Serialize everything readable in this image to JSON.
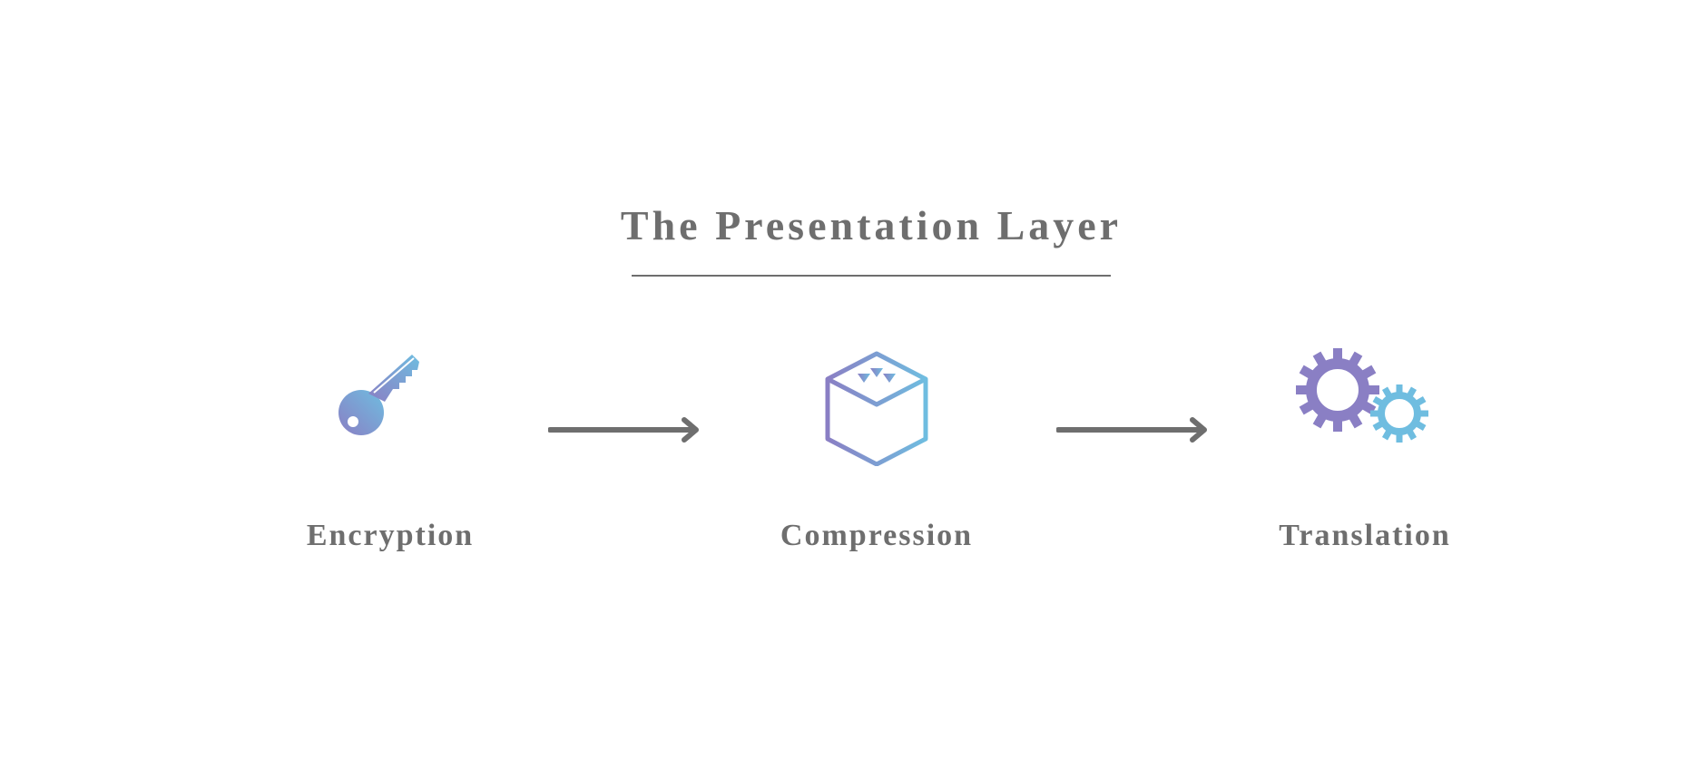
{
  "diagram": {
    "title": "The Presentation Layer",
    "steps": [
      {
        "label": "Encryption",
        "icon": "key-icon"
      },
      {
        "label": "Compression",
        "icon": "compression-box-icon"
      },
      {
        "label": "Translation",
        "icon": "gears-icon"
      }
    ],
    "connectors": [
      "right-arrow-icon",
      "right-arrow-icon"
    ],
    "colors": {
      "text": "#6e6e6e",
      "icon_gradient_start": "#8a7fc4",
      "icon_gradient_end": "#6fbde0"
    }
  }
}
